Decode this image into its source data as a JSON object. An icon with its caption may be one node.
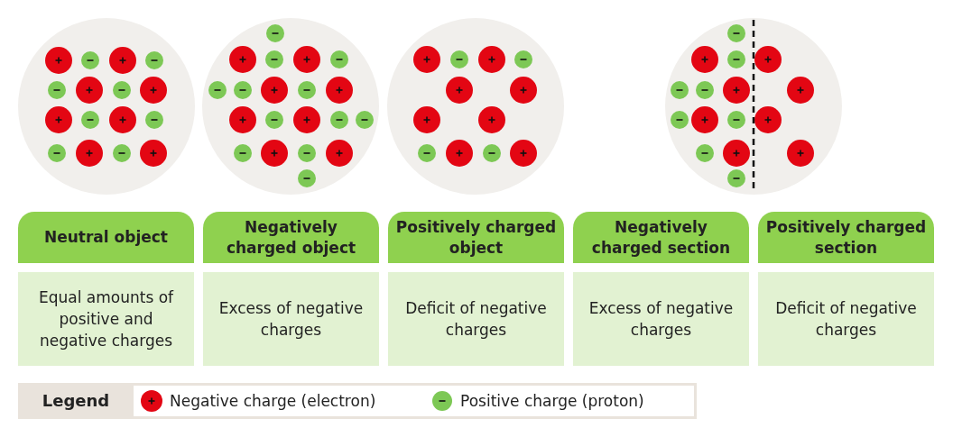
{
  "diagram": {
    "nodes": [
      {
        "text": [
          "Neutral object"
        ]
      },
      {
        "text": [
          "Negatively charged object"
        ]
      },
      {
        "text": [
          "Positively charged object"
        ]
      },
      {
        "text": [
          "Negatively charged section"
        ]
      },
      {
        "text": [
          "Positively charged section"
        ]
      },
      {
        "text": [
          "Equal amounts of positive and negative charges"
        ]
      },
      {
        "text": [
          "Excess of negative charges"
        ]
      },
      {
        "text": [
          "Deficit of negative charges"
        ]
      },
      {
        "text": [
          "Excess of negative charges"
        ]
      },
      {
        "text": [
          "Deficit of negative charges"
        ]
      }
    ],
    "edges": [],
    "labels": [
      "Legend"
    ],
    "legend": [
      {
        "text": "Negative charge (electron)",
        "color": "#e30613"
      },
      {
        "text": "Positive charge (proton)",
        "color": "#7dc855"
      }
    ]
  }
}
